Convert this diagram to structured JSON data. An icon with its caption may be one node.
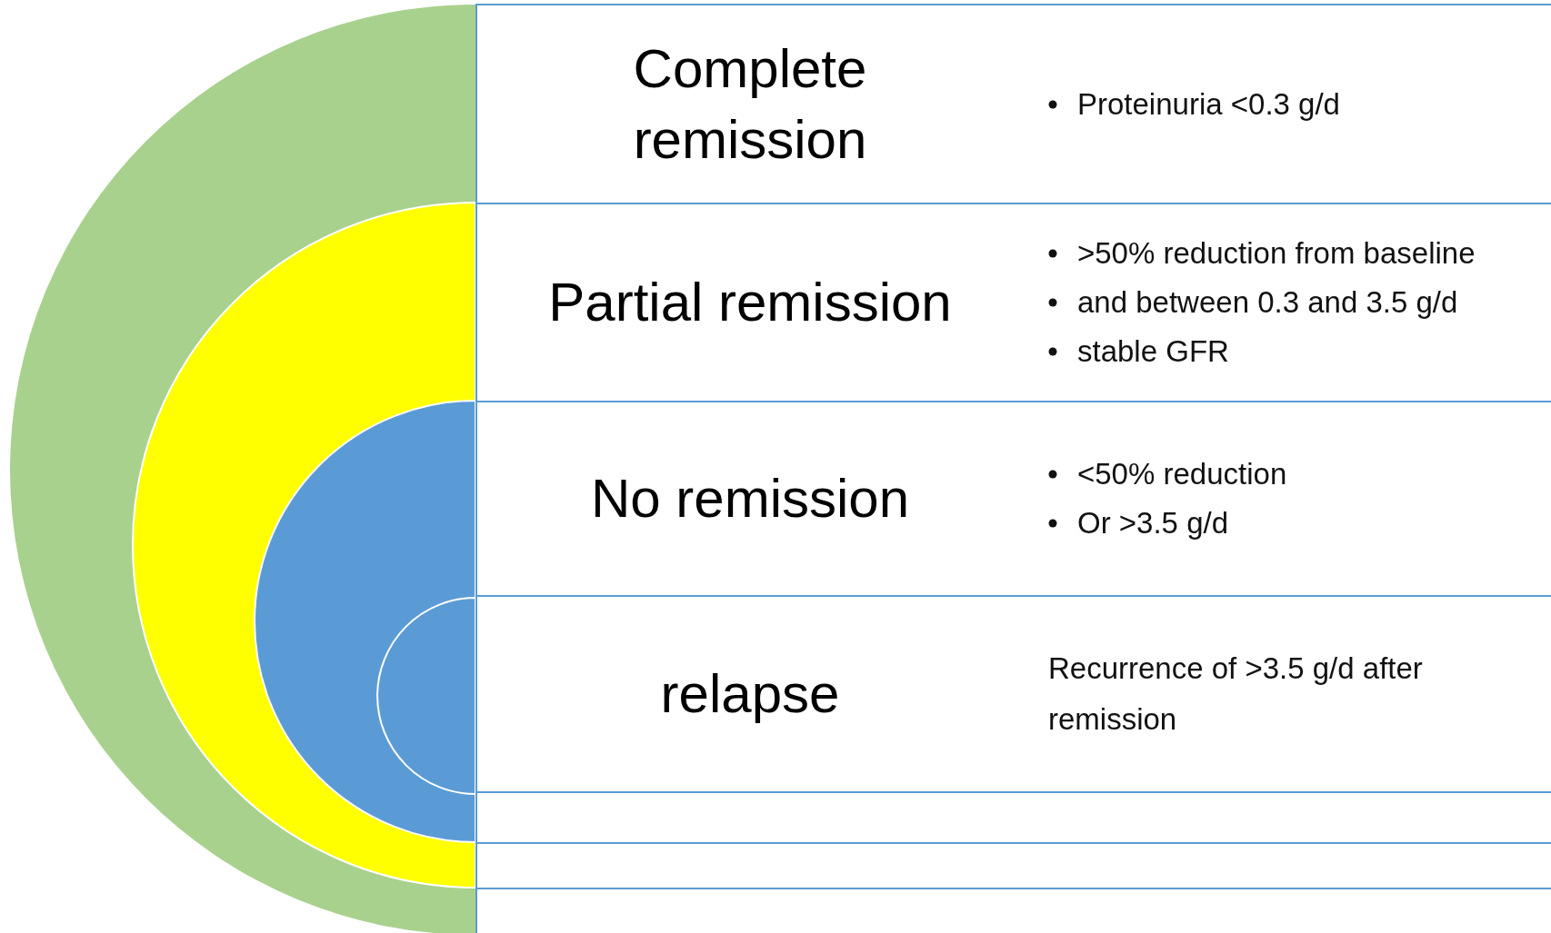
{
  "diagram": {
    "nodes": [
      {
        "text": [
          "Complete remission",
          "Proteinuria <0.3 g/d"
        ]
      },
      {
        "text": [
          "Partial remission",
          ">50% reduction from baseline",
          "and between 0.3 and 3.5 g/d",
          "stable GFR"
        ]
      },
      {
        "text": [
          "No remission",
          "<50% reduction",
          "Or >3.5 g/d"
        ]
      },
      {
        "text": [
          "relapse",
          "Recurrence of >3.5 g/d after remission"
        ]
      },
      {
        "text": [],
        "shape": "box"
      },
      {
        "text": [],
        "shape": "box"
      },
      {
        "text": [],
        "shape": "box"
      }
    ]
  }
}
